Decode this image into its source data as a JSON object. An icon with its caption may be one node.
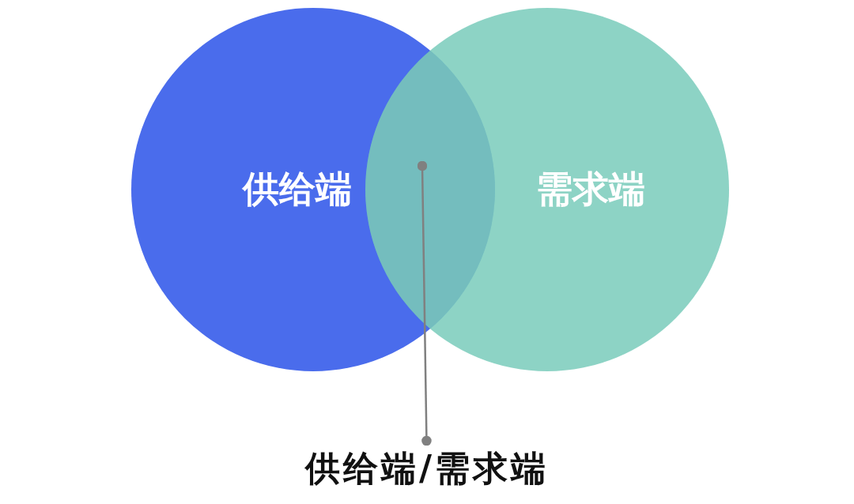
{
  "diagram": {
    "nodes": [
      {
        "text": [
          "供给端"
        ]
      },
      {
        "text": [
          "需求端"
        ]
      },
      {
        "text": [
          "供给端/需求端"
        ]
      },
      {
        "text": [],
        "shape": "lens"
      }
    ],
    "edges": [
      {
        "from": 2,
        "to": 3,
        "arrow": "other"
      }
    ]
  }
}
